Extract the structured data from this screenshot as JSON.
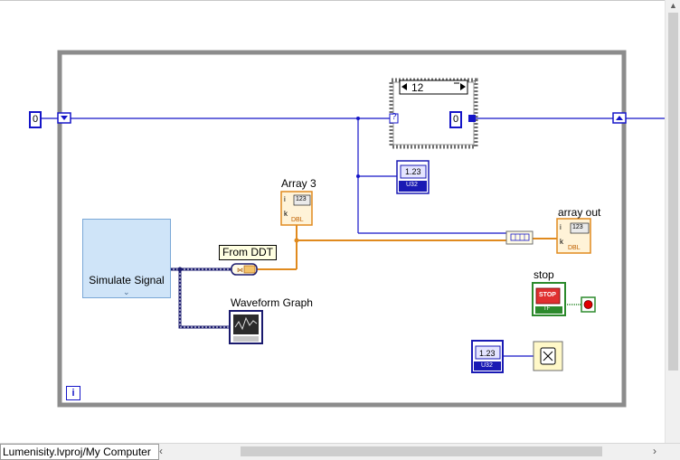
{
  "diagram": {
    "loop_iteration_symbol": "i",
    "constant_left": "0",
    "case_selector": "12",
    "case_inner_constant": "0",
    "case_tunnel_symbol": "?",
    "node_labels": {
      "array3": "Array 3",
      "from_ddt": "From DDT",
      "waveform_graph": "Waveform Graph",
      "array_out": "array out",
      "stop": "stop",
      "simulate_signal": "Simulate Signal"
    },
    "indicator_texts": {
      "numeric": "1.23",
      "numeric_type": "U32",
      "array_value": "123",
      "array_type": "DBL",
      "array_index_i": "i",
      "array_index_k": "k",
      "stop_button": "STOP",
      "stop_type": "TF"
    }
  },
  "statusbar": {
    "path": "Lumenisity.lvproj/My Computer"
  },
  "colors": {
    "wire_blue": "#1515c8",
    "wire_orange": "#e08a1e",
    "loop_border": "#8c8c8c",
    "stop_green": "#2c8a2c"
  }
}
